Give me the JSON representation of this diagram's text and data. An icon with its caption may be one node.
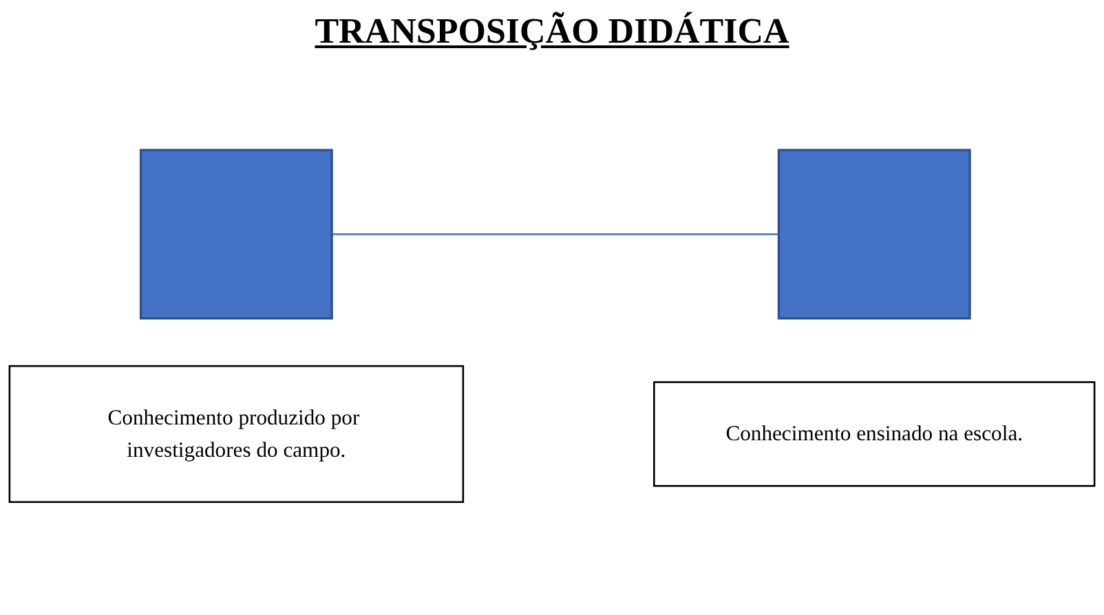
{
  "diagram": {
    "title": "TRANSPOSIÇÃO DIDÁTICA",
    "nodes": [
      {
        "text": [],
        "shape": "box"
      },
      {
        "text": [],
        "shape": "box"
      },
      {
        "text": [
          "Conhecimento produzido por investigadores do campo."
        ]
      },
      {
        "text": [
          "Conhecimento ensinado na escola."
        ]
      }
    ],
    "edges": [
      {
        "from": 0,
        "to": 1,
        "arrow": "none"
      }
    ]
  }
}
